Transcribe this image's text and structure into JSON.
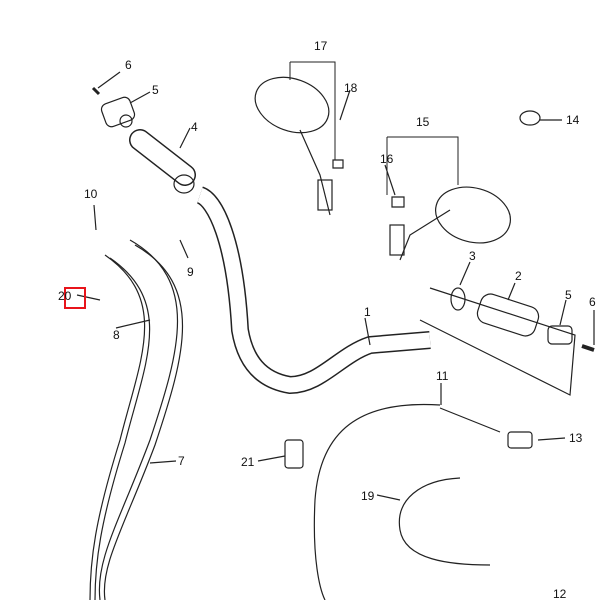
{
  "diagram": {
    "highlight_color": "#e8141b",
    "highlighted_part": "20",
    "labels": {
      "p17": "17",
      "p18": "18",
      "p6a": "6",
      "p5a": "5",
      "p4": "4",
      "p14": "14",
      "p15": "15",
      "p16": "16",
      "p10": "10",
      "p9": "9",
      "p3": "3",
      "p2": "2",
      "p5b": "5",
      "p6b": "6",
      "p20": "20",
      "p8": "8",
      "p1": "1",
      "p11": "11",
      "p13": "13",
      "p7": "7",
      "p21": "21",
      "p19": "19",
      "p12": "12"
    }
  }
}
